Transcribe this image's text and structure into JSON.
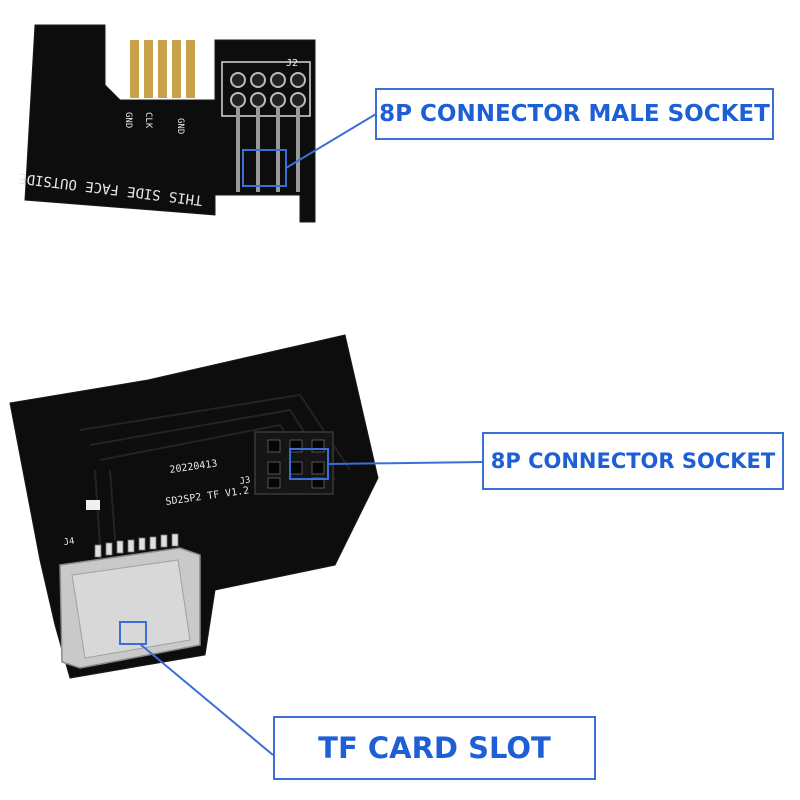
{
  "callouts": {
    "male_socket": "8P CONNECTOR MALE SOCKET",
    "socket": "8P CONNECTOR SOCKET",
    "tf_slot": "TF CARD SLOT"
  },
  "board_top": {
    "side_text": "THIS SIDE FACE OUTSIDE",
    "j2": "J2",
    "pad_gnd_left": "GND",
    "pad_clk": "CLK",
    "pad_gnd_right": "GND"
  },
  "board_bottom": {
    "date": "20220413",
    "model": "SD2SP2 TF V1.2",
    "j3": "J3",
    "j4": "J4"
  },
  "colors": {
    "accent": "#3a6fd8",
    "pcb": "#0d0d0d",
    "gold": "#c9a14a"
  }
}
